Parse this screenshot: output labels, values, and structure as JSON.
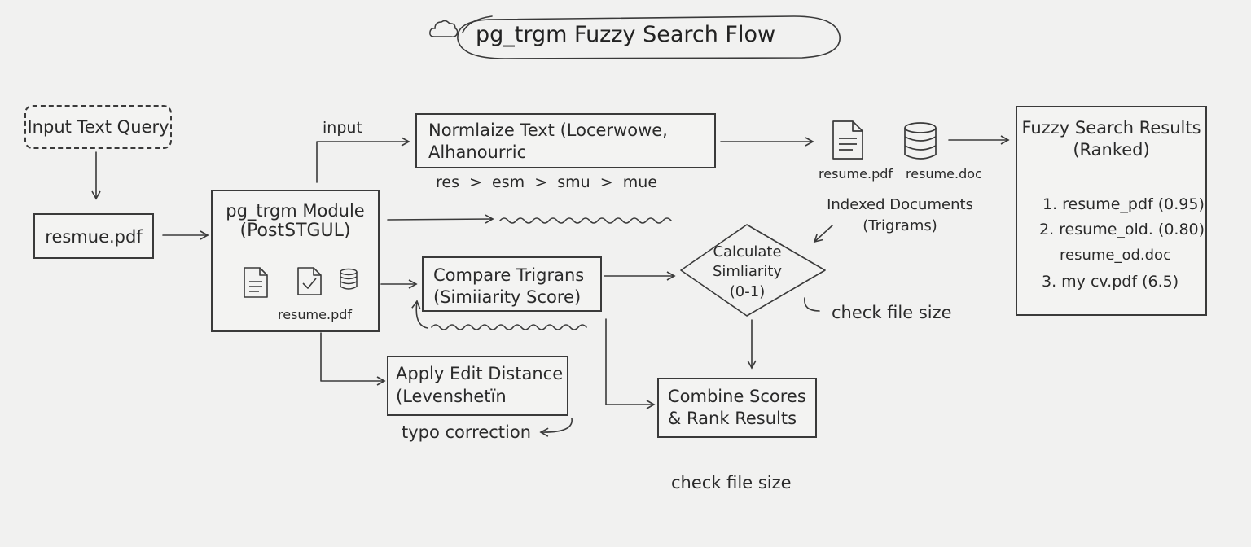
{
  "title": "pg_trgm Fuzzy Search Flow",
  "nodes": {
    "input_query": "Input Text Query",
    "source_file": "resmue.pdf",
    "module_line1": "pg_trgm Module",
    "module_line2": "(PostSTGUL)",
    "module_file": "resume.pdf",
    "normalize_line1": "Normlaize Text (Locerwowe,",
    "normalize_line2": "Alhanourric",
    "compare_line1": "Compare Trigrans",
    "compare_line2": "(Simiiarity Score)",
    "calc_line1": "Calculate",
    "calc_line2": "Simliarity",
    "calc_line3": "(0-1)",
    "edit_line1": "Apply Edit Distance",
    "edit_line2": "(Levenshetïn",
    "combine_line1": "Combine Scores",
    "combine_line2": "& Rank Results",
    "results_line1": "Fuzzy Search Results",
    "results_line2": "(Ranked)"
  },
  "labels": {
    "input": "input",
    "trigram_sequence": "res  >  esm  >  smu  >  mue",
    "doc_pdf": "resume.pdf",
    "doc_doc": "resume.doc",
    "indexed_line1": "Indexed Documents",
    "indexed_line2": "(Trigrams)",
    "check_size_1": "check file size",
    "check_size_2": "check file size",
    "typo": "typo correction"
  },
  "results": [
    "1. resume_pdf (0.95)",
    "2. resume_old. (0.80)",
    "resume_od.doc",
    "3. my cv.pdf (6.5)"
  ],
  "icons": [
    "cloud-icon",
    "document-icon",
    "document-check-icon",
    "database-icon"
  ],
  "colors": {
    "background": "#f1f1f0",
    "ink": "#3a3a3a"
  }
}
